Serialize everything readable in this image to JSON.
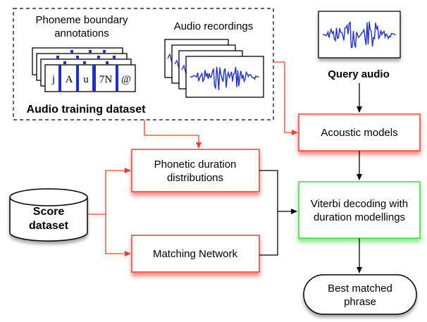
{
  "dataset_box": {
    "phoneme_label": [
      "Phoneme boundary",
      "annotations"
    ],
    "audio_label": "Audio recordings",
    "title": "Audio training dataset",
    "phonemes": [
      "j",
      "A",
      "u",
      "7N",
      "@"
    ]
  },
  "query": {
    "label": "Query audio"
  },
  "nodes": {
    "acoustic": "Acoustic models",
    "phonetic": [
      "Phonetic duration",
      "distributions"
    ],
    "score": [
      "Score",
      "dataset"
    ],
    "matching": "Matching Network",
    "viterbi": [
      "Viterbi decoding with",
      "duration modellings"
    ],
    "best": [
      "Best matched",
      "phrase"
    ]
  },
  "colors": {
    "red": "#ff3b2f",
    "green": "#33dd33",
    "blue": "#1c2fd6",
    "shadow_red": "#ff9a90",
    "shadow_green": "#9be89b"
  }
}
